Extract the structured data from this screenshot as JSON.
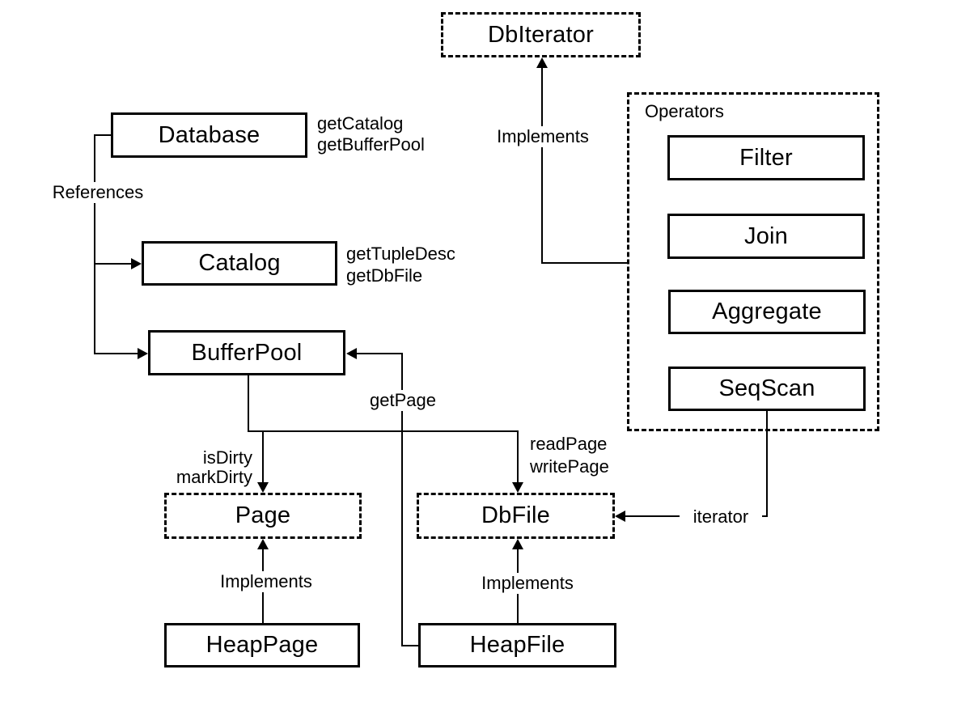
{
  "diagram": {
    "colors": {
      "background": "#ffffff",
      "line": "#000000",
      "text": "#000000"
    },
    "classes": {
      "dbiterator": "DbIterator",
      "database": "Database",
      "catalog": "Catalog",
      "bufferpool": "BufferPool",
      "page": "Page",
      "dbfile": "DbFile",
      "heappage": "HeapPage",
      "heapfile": "HeapFile",
      "filter": "Filter",
      "join": "Join",
      "aggregate": "Aggregate",
      "seqscan": "SeqScan"
    },
    "groups": {
      "operators": "Operators"
    },
    "annotations": {
      "database_methods": [
        "getCatalog",
        "getBufferPool"
      ],
      "catalog_methods": [
        "getTupleDesc",
        "getDbFile"
      ],
      "page_methods": [
        "isDirty",
        "markDirty"
      ],
      "dbfile_methods": [
        "readPage",
        "writePage"
      ],
      "references": "References",
      "implements_dbiterator": "Implements",
      "implements_page": "Implements",
      "implements_dbfile": "Implements",
      "get_page": "getPage",
      "iterator": "iterator"
    }
  }
}
